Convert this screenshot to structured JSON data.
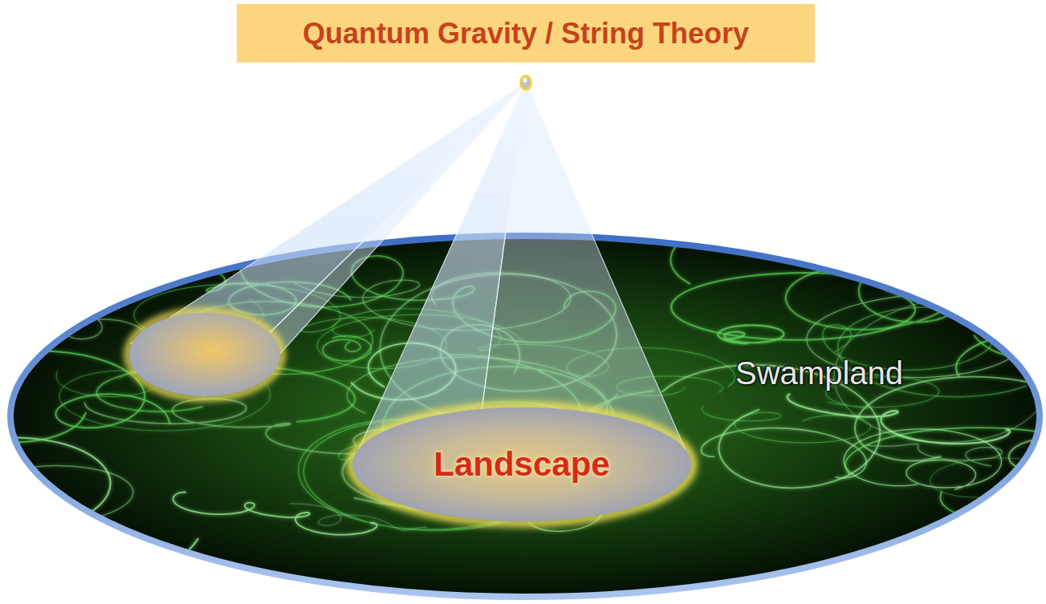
{
  "diagram": {
    "nodes": [
      {
        "text": [
          "Quantum Gravity / String Theory"
        ]
      },
      {
        "text": [
          "Swampland"
        ]
      },
      {
        "text": [
          "Landscape"
        ],
        "in": 1
      }
    ]
  }
}
